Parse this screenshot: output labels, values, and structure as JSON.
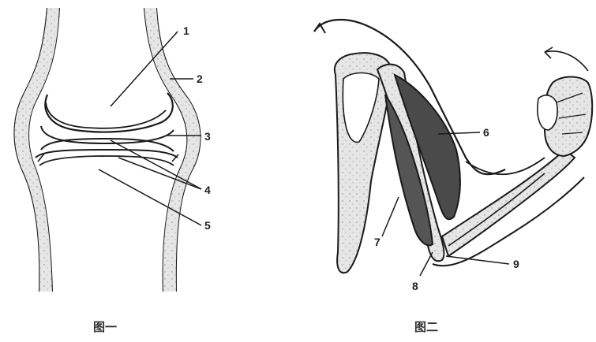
{
  "figure1": {
    "caption": "图一",
    "labels": [
      "1",
      "2",
      "3",
      "4",
      "5"
    ]
  },
  "figure2": {
    "caption": "图二",
    "labels": [
      "6",
      "7",
      "8",
      "9"
    ]
  },
  "colors": {
    "ink": "#1a1a1a",
    "muscle": "#4a4a4a",
    "bone_fill": "#d8d8d8",
    "paper": "#ffffff"
  }
}
